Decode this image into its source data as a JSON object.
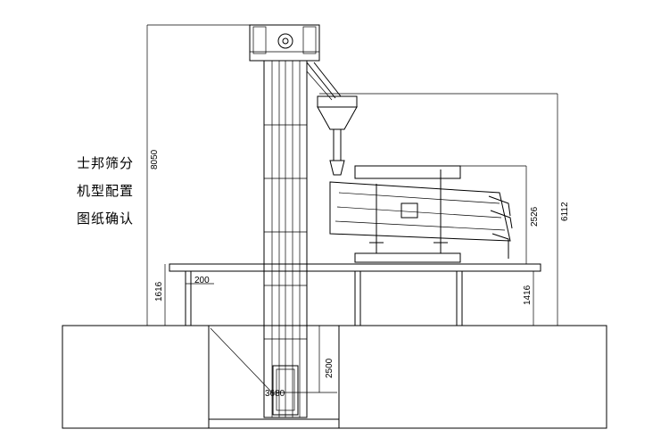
{
  "notes": [
    "士邦筛分",
    "机型配置",
    "图纸确认"
  ],
  "dimensions": {
    "total_height": "8050",
    "screen_height": "6112",
    "screen_body": "2526",
    "platform_height_left": "1616",
    "platform_height_right": "1416",
    "platform_offset": "200",
    "pit_depth": "2500",
    "pit_width": "3680"
  }
}
